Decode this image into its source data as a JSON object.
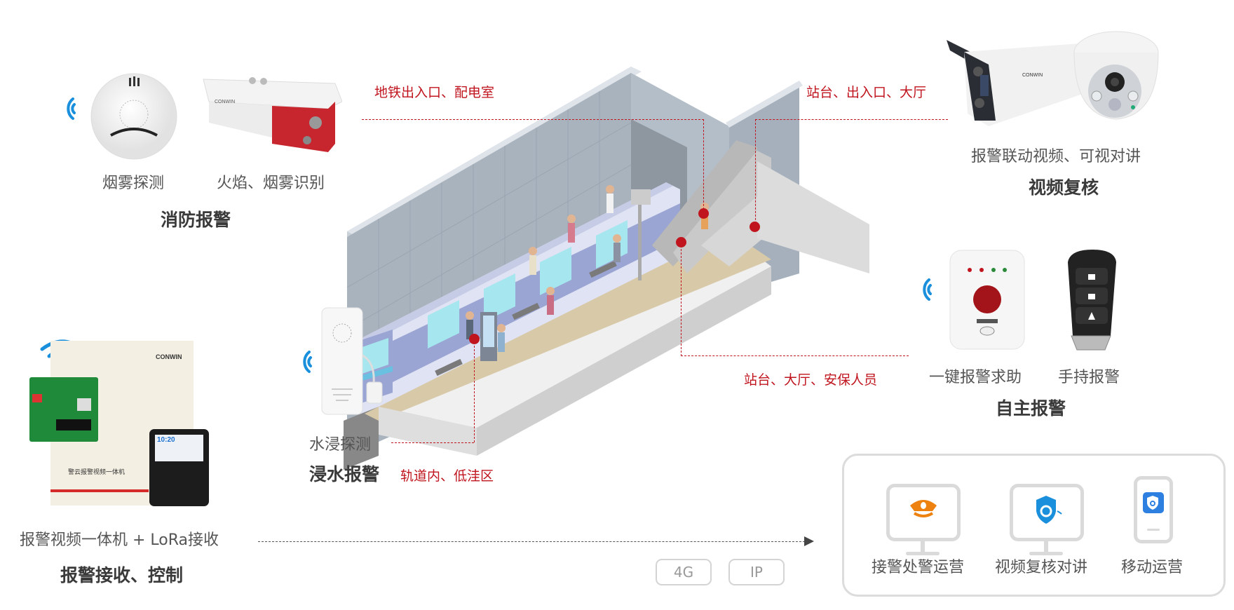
{
  "fire_alarm": {
    "title": "消防报警",
    "items": [
      {
        "label": "烟雾探测",
        "icon": "smoke-detector-icon"
      },
      {
        "label": "火焰、烟雾识别",
        "icon": "bullet-camera-red-icon"
      }
    ]
  },
  "video_verify": {
    "title": "视频复核",
    "subtitle": "报警联动视频、可视对讲",
    "icons": [
      "bullet-camera-icon",
      "dome-camera-icon"
    ]
  },
  "self_alarm": {
    "title": "自主报警",
    "items": [
      {
        "label": "一键报警求助",
        "icon": "panic-button-icon"
      },
      {
        "label": "手持报警",
        "icon": "key-fob-icon"
      }
    ]
  },
  "flood_alarm": {
    "title": "浸水报警",
    "item_label": "水浸探测",
    "icon": "water-leak-sensor-icon"
  },
  "receiver": {
    "title": "报警接收、控制",
    "label": "报警视频一体机 + LoRa接收",
    "device_text": "警云报警视频一体机",
    "keypad_time": "10:20"
  },
  "locations": {
    "top_left": "地铁出入口、配电室",
    "top_right": "站台、出入口、大厅",
    "mid_right": "站台、大厅、安保人员",
    "bottom": "轨道内、低洼区"
  },
  "network": {
    "badges": [
      "4G",
      "IP"
    ]
  },
  "platform": {
    "items": [
      {
        "label": "接警处警运营",
        "icon": "police-cap-icon",
        "color": "#ee8210"
      },
      {
        "label": "视频复核对讲",
        "icon": "shield-cloud-icon",
        "color": "#1a8fdc"
      },
      {
        "label": "移动运营",
        "icon": "mobile-app-icon",
        "color": "#2d7fe0"
      }
    ]
  },
  "colors": {
    "accent_red": "#c0141e",
    "wifi_blue": "#1a8fdc"
  }
}
